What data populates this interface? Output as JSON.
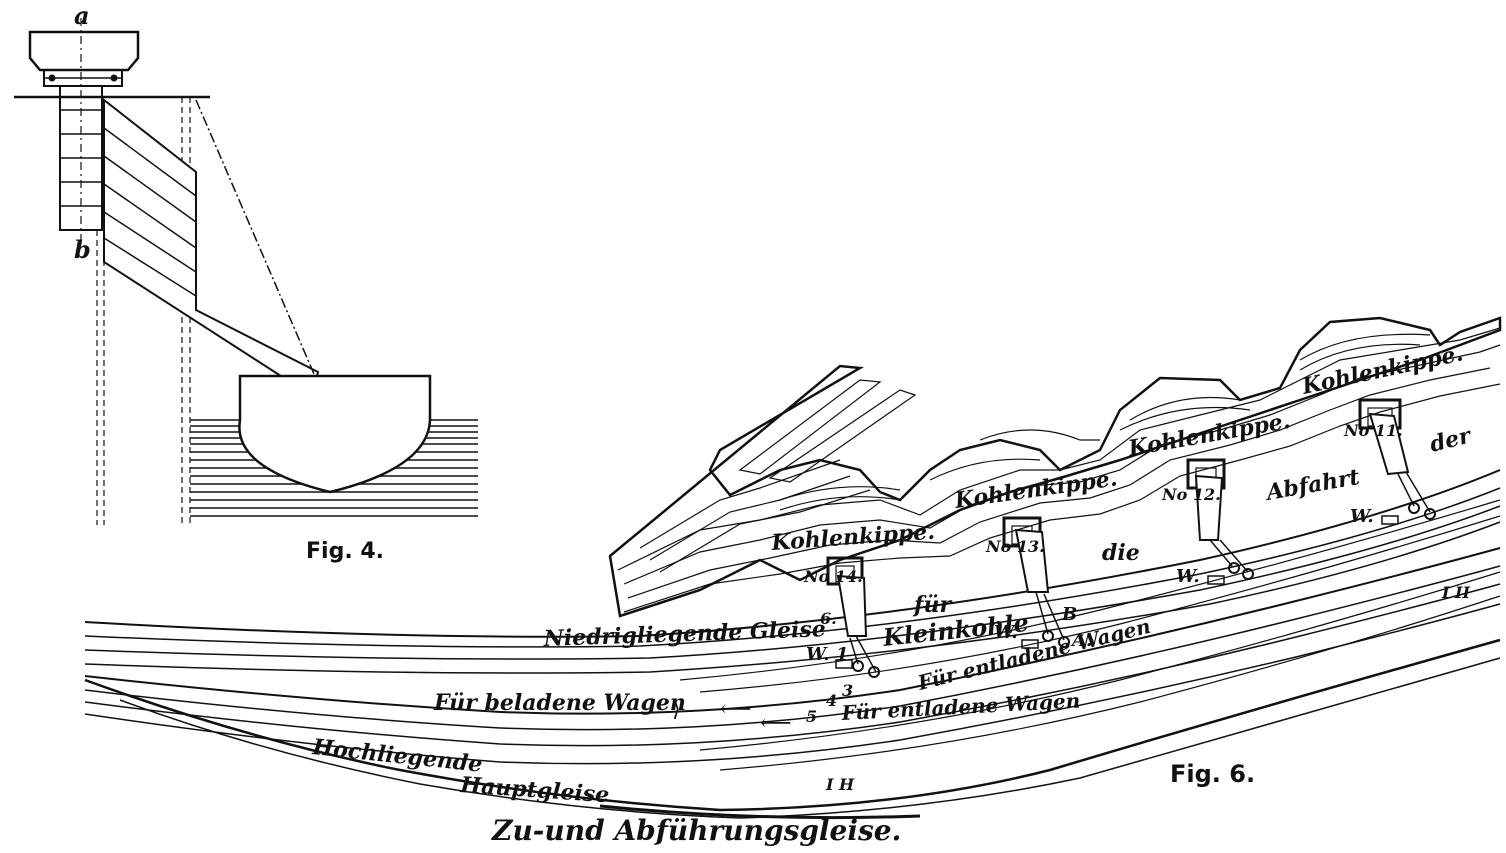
{
  "fig4": {
    "label_a": "a",
    "label_b": "b",
    "caption": "Fig. 4."
  },
  "fig6": {
    "caption": "Fig. 6.",
    "kippen": [
      {
        "name": "Kohlenkippe.",
        "number": "No 14.",
        "wagon": "W. 1"
      },
      {
        "name": "Kohlenkippe.",
        "number": "No 13.",
        "wagon": "W."
      },
      {
        "name": "Kohlenkippe.",
        "number": "No 12.",
        "wagon": "W."
      },
      {
        "name": "Kohlenkippe.",
        "number": "No 11.",
        "wagon": "W."
      }
    ],
    "labels": {
      "niedrig": "Niedrigliegende Gleise",
      "fuer": "für",
      "kleinkohle": "Kleinkohle",
      "die": "die",
      "abfahrt": "Abfahrt",
      "der": "der",
      "beladen": "Für beladene Wagen",
      "entladen_top": "Für entladene Wagen",
      "entladen_bottom": "Für entladene Wagen",
      "hochliegende": "Hochliegende",
      "hauptgleise": "Hauptgleise",
      "zu_und_ab": "Zu-und Abführungsgleise.",
      "B": "B",
      "A": "A.",
      "n6": "6.",
      "n4": "4",
      "n3": "3",
      "n5": "5",
      "I_H": "I H",
      "I_II": "I II"
    }
  }
}
